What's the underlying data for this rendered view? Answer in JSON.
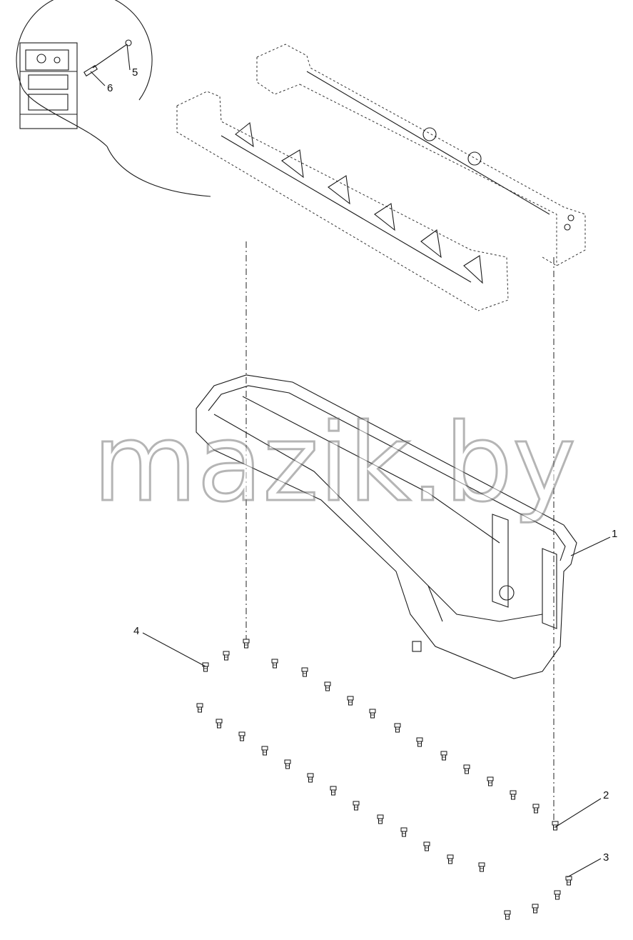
{
  "figure": {
    "callouts": [
      {
        "id": "1",
        "label": "1"
      },
      {
        "id": "2",
        "label": "2"
      },
      {
        "id": "3",
        "label": "3"
      },
      {
        "id": "4",
        "label": "4"
      },
      {
        "id": "5",
        "label": "5"
      },
      {
        "id": "6",
        "label": "6"
      }
    ],
    "watermark": "mazik.by"
  }
}
